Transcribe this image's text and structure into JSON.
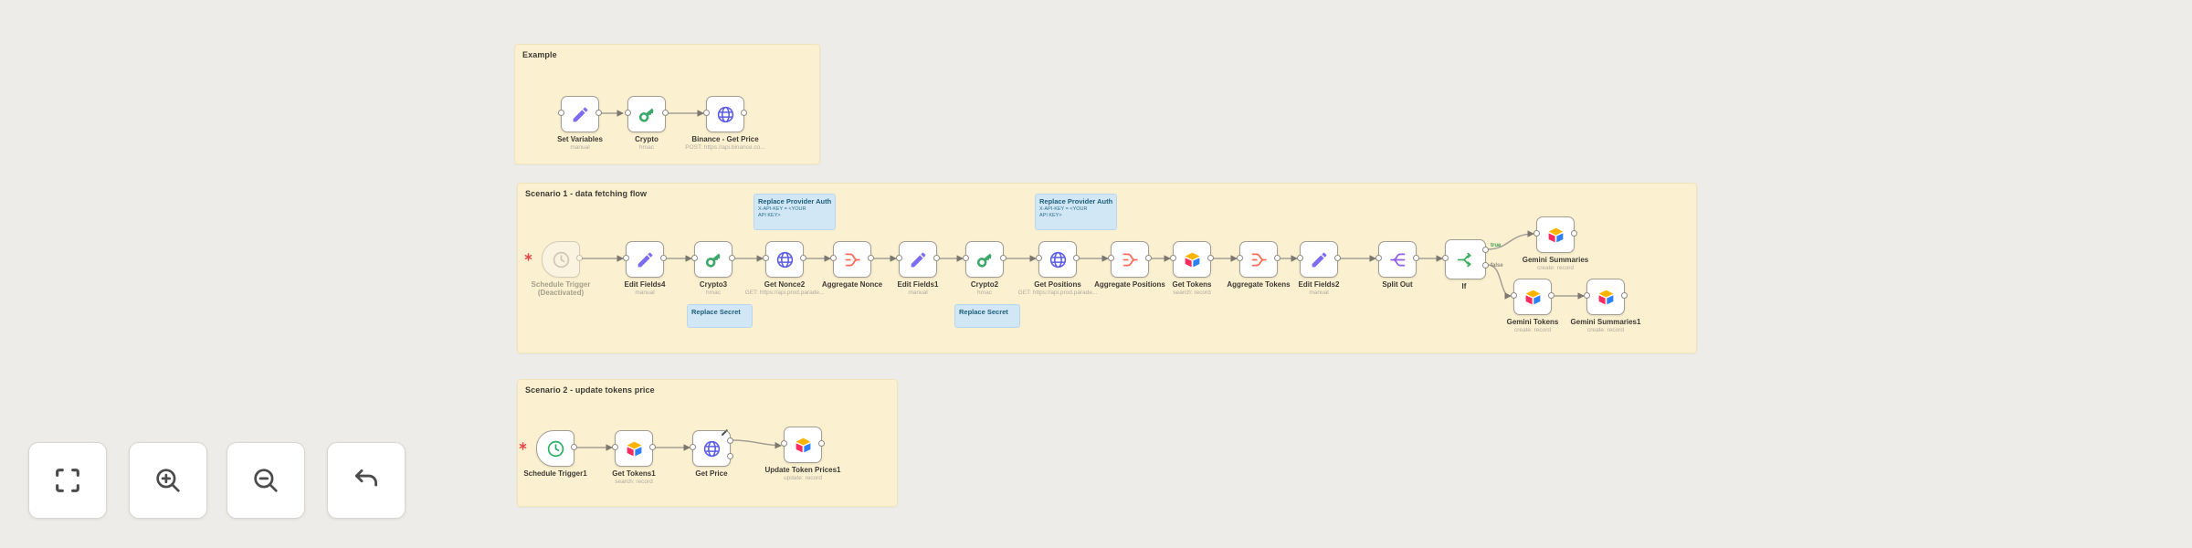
{
  "groups": [
    {
      "title": "Example",
      "nodes": [
        {
          "label": "Set Variables",
          "subtitle": "manual"
        },
        {
          "label": "Crypto",
          "subtitle": "hmac"
        },
        {
          "label": "Binance - Get Price",
          "subtitle": "POST: https://api.binance.co..."
        }
      ]
    },
    {
      "title": "Scenario 1 - data fetching flow",
      "notes": [
        {
          "title": "Replace Provider Auth",
          "line1": "X-API-KEY = <YOUR",
          "line2": "API KEY>"
        },
        {
          "title": "Replace Provider Auth",
          "line1": "X-API-KEY = <YOUR",
          "line2": "API KEY>"
        },
        {
          "title": "Replace Secret"
        },
        {
          "title": "Replace Secret"
        }
      ],
      "nodes": [
        {
          "label": "Schedule Trigger",
          "sublabel": "(Deactivated)"
        },
        {
          "label": "Edit Fields4",
          "subtitle": "manual"
        },
        {
          "label": "Crypto3",
          "subtitle": "hmac"
        },
        {
          "label": "Get Nonce2",
          "subtitle": "GET: https://api.prod.parade..."
        },
        {
          "label": "Aggregate Nonce"
        },
        {
          "label": "Edit Fields1",
          "subtitle": "manual"
        },
        {
          "label": "Crypto2",
          "subtitle": "hmac"
        },
        {
          "label": "Get Positions",
          "subtitle": "GET: https://api.prod.parade..."
        },
        {
          "label": "Aggregate Positions"
        },
        {
          "label": "Get Tokens",
          "subtitle": "search: record"
        },
        {
          "label": "Aggregate Tokens"
        },
        {
          "label": "Edit Fields2",
          "subtitle": "manual"
        },
        {
          "label": "Split Out"
        },
        {
          "label": "If",
          "outputs": [
            "true",
            "false"
          ]
        },
        {
          "label": "Gemini Summaries",
          "subtitle": "create: record"
        },
        {
          "label": "Gemini Tokens",
          "subtitle": "create: record"
        },
        {
          "label": "Gemini Summaries1",
          "subtitle": "create: record"
        }
      ]
    },
    {
      "title": "Scenario 2 - update tokens price",
      "nodes": [
        {
          "label": "Schedule Trigger1"
        },
        {
          "label": "Get Tokens1",
          "subtitle": "search: record"
        },
        {
          "label": "Get Price"
        },
        {
          "label": "Update Token Prices1",
          "subtitle": "update: record"
        }
      ]
    }
  ],
  "toolbar": {
    "buttons": [
      "fit-view",
      "zoom-in",
      "zoom-out",
      "reset-zoom"
    ]
  },
  "colors": {
    "canvas_bg": "#eeece9",
    "group_bg": "#fbf1d0",
    "note_bg": "#d2e7f5",
    "note_text": "#1c5d7a",
    "pencil": "#7b6cf0",
    "key": "#3ea76a",
    "globe": "#5b5ce2",
    "clock_active": "#27ae60",
    "aggregate": "#ff6d5a",
    "split_out": "#9061e8",
    "if": "#3fae5f",
    "airtable_yellow": "#fcb400",
    "airtable_pink": "#f82b60",
    "airtable_blue": "#2d7ff9",
    "error_marker": "#e5484d"
  }
}
